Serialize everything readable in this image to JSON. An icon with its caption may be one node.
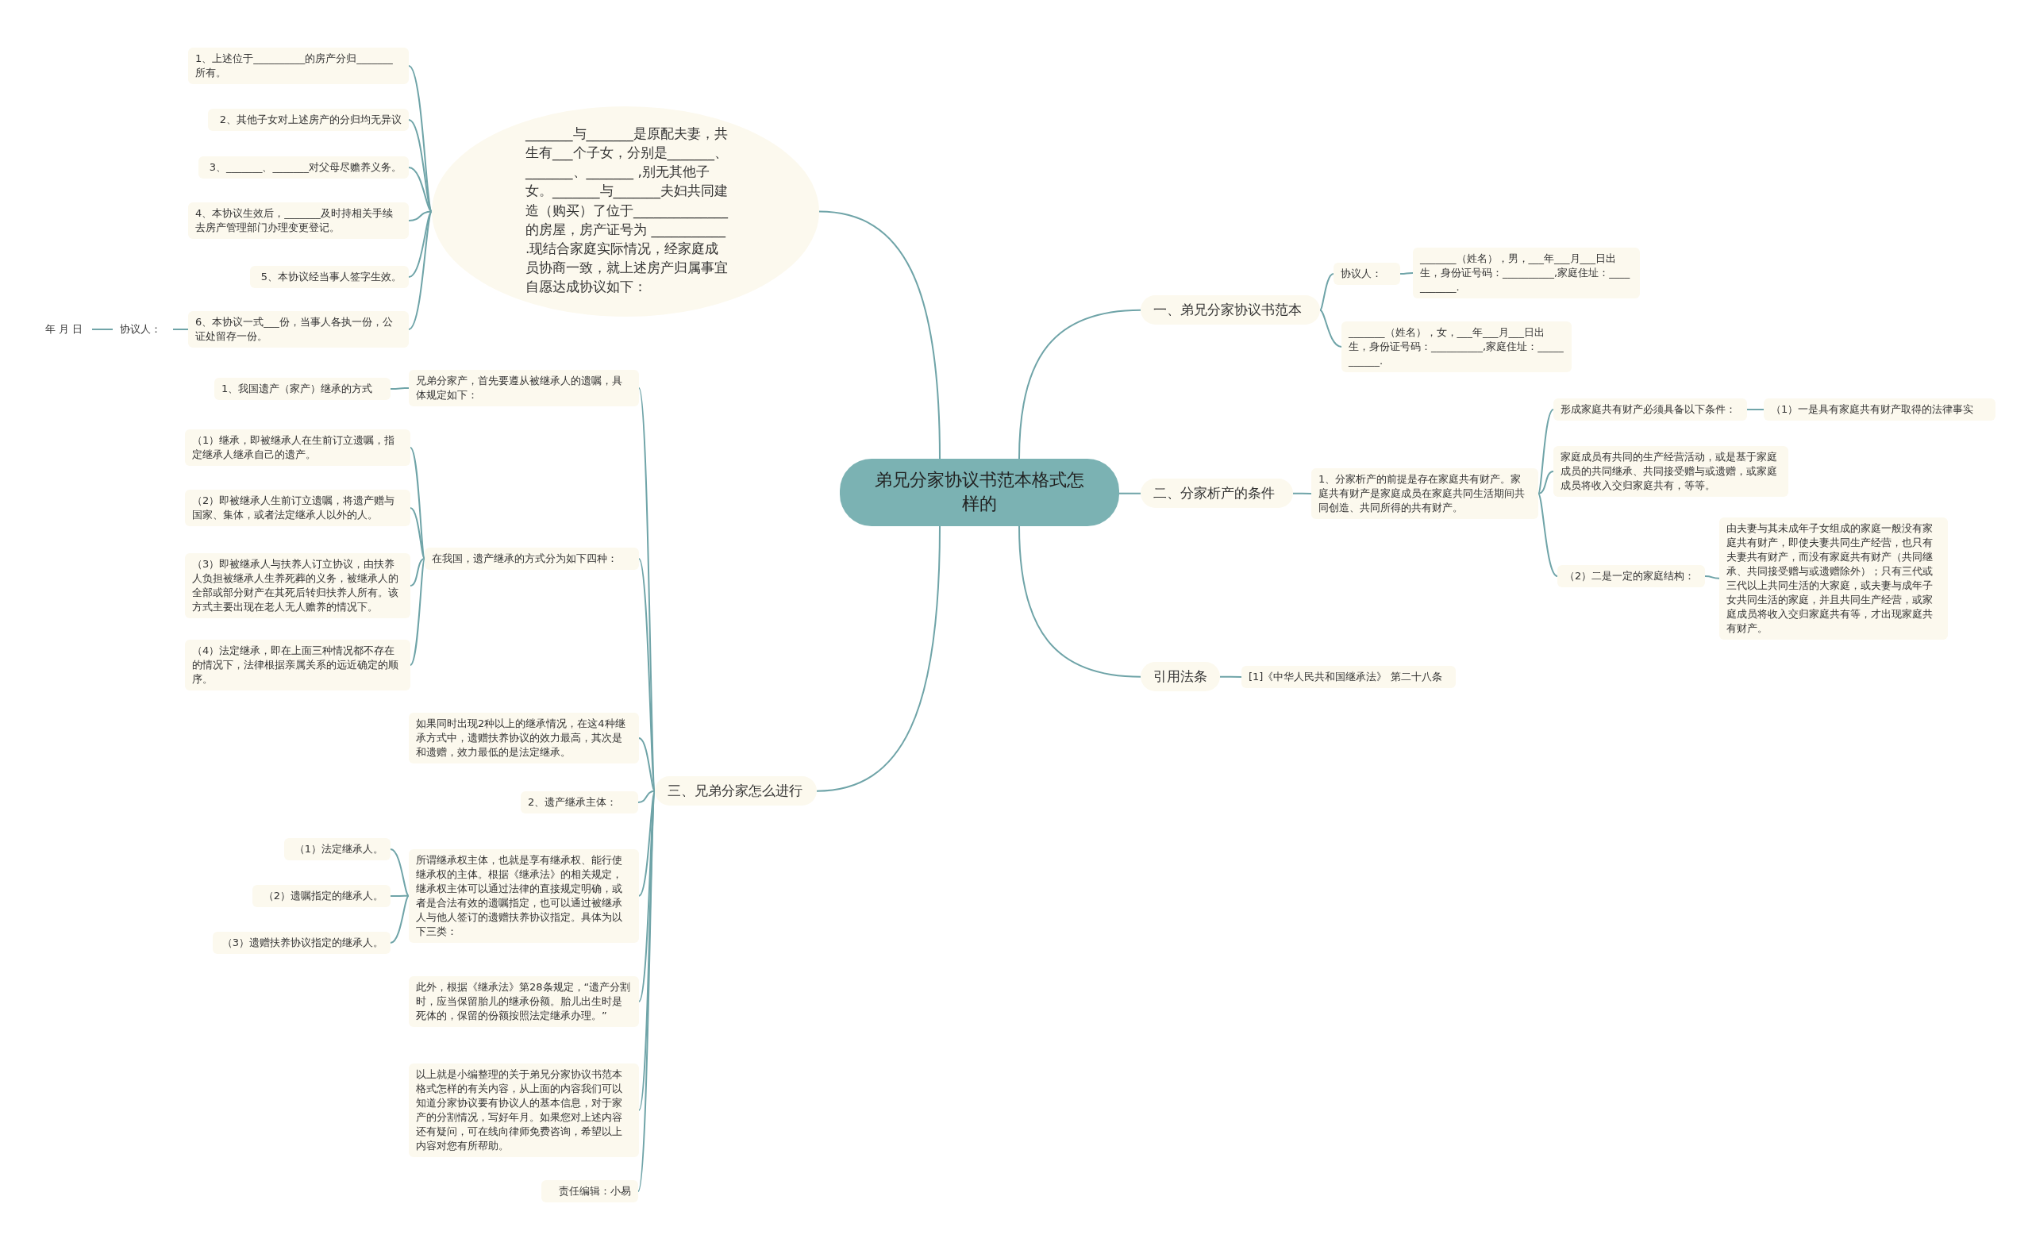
{
  "diagram": {
    "nodes": [
      {
        "text": [
          "弟兄分家协议书范本格式怎样的"
        ]
      },
      {
        "text": [
          "_______与_______是原配夫妻，共生有___个子女，分别是_______、_______、_______ ,别无其他子女。_______与_______夫妇共同建造（购买）了位于______________的房屋，房产证号为 ___________ .现结合家庭实际情况，经家庭成员协商一致，就上述房产归属事宜自愿达成协议如下："
        ]
      },
      {
        "text": [
          "1、上述位于__________的房产分归_______所有。"
        ]
      },
      {
        "text": [
          "2、其他子女对上述房产的分归均无异议"
        ]
      },
      {
        "text": [
          "3、_______、_______对父母尽赡养义务。"
        ]
      },
      {
        "text": [
          "4、本协议生效后，_______及时持相关手续去房产管理部门办理变更登记。"
        ]
      },
      {
        "text": [
          "5、本协议经当事人签字生效。"
        ]
      },
      {
        "text": [
          "6、本协议一式___份，当事人各执一份，公证处留存一份。"
        ]
      },
      {
        "text": [
          "协议人："
        ]
      },
      {
        "text": [
          "年 月 日"
        ]
      },
      {
        "text": [
          "一、弟兄分家协议书范本"
        ]
      },
      {
        "text": [
          "协议人："
        ]
      },
      {
        "text": [
          "_______（姓名），男，___年___月___日出生，身份证号码：__________,家庭住址：___________."
        ]
      },
      {
        "text": [
          "_______（姓名），女，___年___月___日出生，身份证号码：__________,家庭住址：___________."
        ]
      },
      {
        "text": [
          "二、分家析产的条件"
        ]
      },
      {
        "text": [
          "1、分家析产的前提是存在家庭共有财产。家庭共有财产是家庭成员在家庭共同生活期间共同创造、共同所得的共有财产。"
        ]
      },
      {
        "text": [
          "形成家庭共有财产必须具备以下条件："
        ]
      },
      {
        "text": [
          "（1）一是具有家庭共有财产取得的法律事实"
        ]
      },
      {
        "text": [
          "家庭成员有共同的生产经营活动，或是基于家庭成员的共同继承、共同接受赠与或遗赠，或家庭成员将收入交归家庭共有，等等。"
        ]
      },
      {
        "text": [
          "（2）二是一定的家庭结构："
        ]
      },
      {
        "text": [
          "由夫妻与其未成年子女组成的家庭一般没有家庭共有财产，即使夫妻共同生产经营，也只有夫妻共有财产，而没有家庭共有财产（共同继承、共同接受赠与或遗赠除外）；只有三代或三代以上共同生活的大家庭，或夫妻与成年子女共同生活的家庭，并且共同生产经营，或家庭成员将收入交归家庭共有等，才出现家庭共有财产。"
        ]
      },
      {
        "text": [
          "引用法条"
        ]
      },
      {
        "text": [
          "[1]《中华人民共和国继承法》 第二十八条"
        ]
      },
      {
        "text": [
          "三、兄弟分家怎么进行"
        ]
      },
      {
        "text": [
          "兄弟分家产，首先要遵从被继承人的遗嘱，具体规定如下："
        ]
      },
      {
        "text": [
          "1、我国遗产（家产）继承的方式"
        ]
      },
      {
        "text": [
          "在我国，遗产继承的方式分为如下四种："
        ]
      },
      {
        "text": [
          "（1）继承，即被继承人在生前订立遗嘱，指定继承人继承自己的遗产。"
        ]
      },
      {
        "text": [
          "（2）即被继承人生前订立遗嘱，将遗产赠与国家、集体，或者法定继承人以外的人。"
        ]
      },
      {
        "text": [
          "（3）即被继承人与扶养人订立协议，由扶养人负担被继承人生养死葬的义务，被继承人的全部或部分财产在其死后转归扶养人所有。该方式主要出现在老人无人赡养的情况下。"
        ]
      },
      {
        "text": [
          "（4）法定继承，即在上面三种情况都不存在的情况下，法律根据亲属关系的远近确定的顺序。"
        ]
      },
      {
        "text": [
          "如果同时出现2种以上的继承情况，在这4种继承方式中，遗赠扶养协议的效力最高，其次是和遗赠，效力最低的是法定继承。"
        ]
      },
      {
        "text": [
          "2、遗产继承主体："
        ]
      },
      {
        "text": [
          "所谓继承权主体，也就是享有继承权、能行使继承权的主体。根据《继承法》的相关规定，继承权主体可以通过法律的直接规定明确，或者是合法有效的遗嘱指定，也可以通过被继承人与他人签订的遗赠扶养协议指定。具体为以下三类："
        ]
      },
      {
        "text": [
          "（1）法定继承人。"
        ]
      },
      {
        "text": [
          "（2）遗嘱指定的继承人。"
        ]
      },
      {
        "text": [
          "（3）遗赠扶养协议指定的继承人。"
        ]
      },
      {
        "text": [
          "此外，根据《继承法》第28条规定，“遗产分割时，应当保留胎儿的继承份额。胎儿出生时是死体的，保留的份额按照法定继承办理。”"
        ]
      },
      {
        "text": [
          "以上就是小编整理的关于弟兄分家协议书范本格式怎样的有关内容，从上面的内容我们可以知道分家协议要有协议人的基本信息，对于家产的分割情况，写好年月。如果您对上述内容还有疑问，可在线向律师免费咨询，希望以上内容对您有所帮助。"
        ]
      },
      {
        "text": [
          "责任编辑：小易"
        ]
      }
    ],
    "edges": [
      {
        "from": 0,
        "to": 1,
        "arrow": "none"
      },
      {
        "from": 1,
        "to": 2,
        "arrow": "none"
      },
      {
        "from": 1,
        "to": 3,
        "arrow": "none"
      },
      {
        "from": 1,
        "to": 4,
        "arrow": "none"
      },
      {
        "from": 1,
        "to": 5,
        "arrow": "none"
      },
      {
        "from": 1,
        "to": 6,
        "arrow": "none"
      },
      {
        "from": 1,
        "to": 7,
        "arrow": "none"
      },
      {
        "from": 7,
        "to": 8,
        "arrow": "none"
      },
      {
        "from": 8,
        "to": 9,
        "arrow": "none"
      },
      {
        "from": 0,
        "to": 10,
        "arrow": "none"
      },
      {
        "from": 10,
        "to": 11,
        "arrow": "none"
      },
      {
        "from": 11,
        "to": 12,
        "arrow": "none"
      },
      {
        "from": 10,
        "to": 13,
        "arrow": "none"
      },
      {
        "from": 0,
        "to": 14,
        "arrow": "none"
      },
      {
        "from": 14,
        "to": 15,
        "arrow": "none"
      },
      {
        "from": 15,
        "to": 16,
        "arrow": "none"
      },
      {
        "from": 16,
        "to": 17,
        "arrow": "none"
      },
      {
        "from": 15,
        "to": 18,
        "arrow": "none"
      },
      {
        "from": 15,
        "to": 19,
        "arrow": "none"
      },
      {
        "from": 19,
        "to": 20,
        "arrow": "none"
      },
      {
        "from": 0,
        "to": 21,
        "arrow": "none"
      },
      {
        "from": 21,
        "to": 22,
        "arrow": "none"
      },
      {
        "from": 0,
        "to": 23,
        "arrow": "none"
      },
      {
        "from": 23,
        "to": 24,
        "arrow": "none"
      },
      {
        "from": 24,
        "to": 25,
        "arrow": "none"
      },
      {
        "from": 23,
        "to": 26,
        "arrow": "none"
      },
      {
        "from": 26,
        "to": 27,
        "arrow": "none"
      },
      {
        "from": 26,
        "to": 28,
        "arrow": "none"
      },
      {
        "from": 26,
        "to": 29,
        "arrow": "none"
      },
      {
        "from": 26,
        "to": 30,
        "arrow": "none"
      },
      {
        "from": 23,
        "to": 31,
        "arrow": "none"
      },
      {
        "from": 23,
        "to": 32,
        "arrow": "none"
      },
      {
        "from": 23,
        "to": 33,
        "arrow": "none"
      },
      {
        "from": 33,
        "to": 34,
        "arrow": "none"
      },
      {
        "from": 33,
        "to": 35,
        "arrow": "none"
      },
      {
        "from": 33,
        "to": 36,
        "arrow": "none"
      },
      {
        "from": 23,
        "to": 37,
        "arrow": "none"
      },
      {
        "from": 23,
        "to": 38,
        "arrow": "none"
      },
      {
        "from": 23,
        "to": 39,
        "arrow": "none"
      }
    ]
  }
}
